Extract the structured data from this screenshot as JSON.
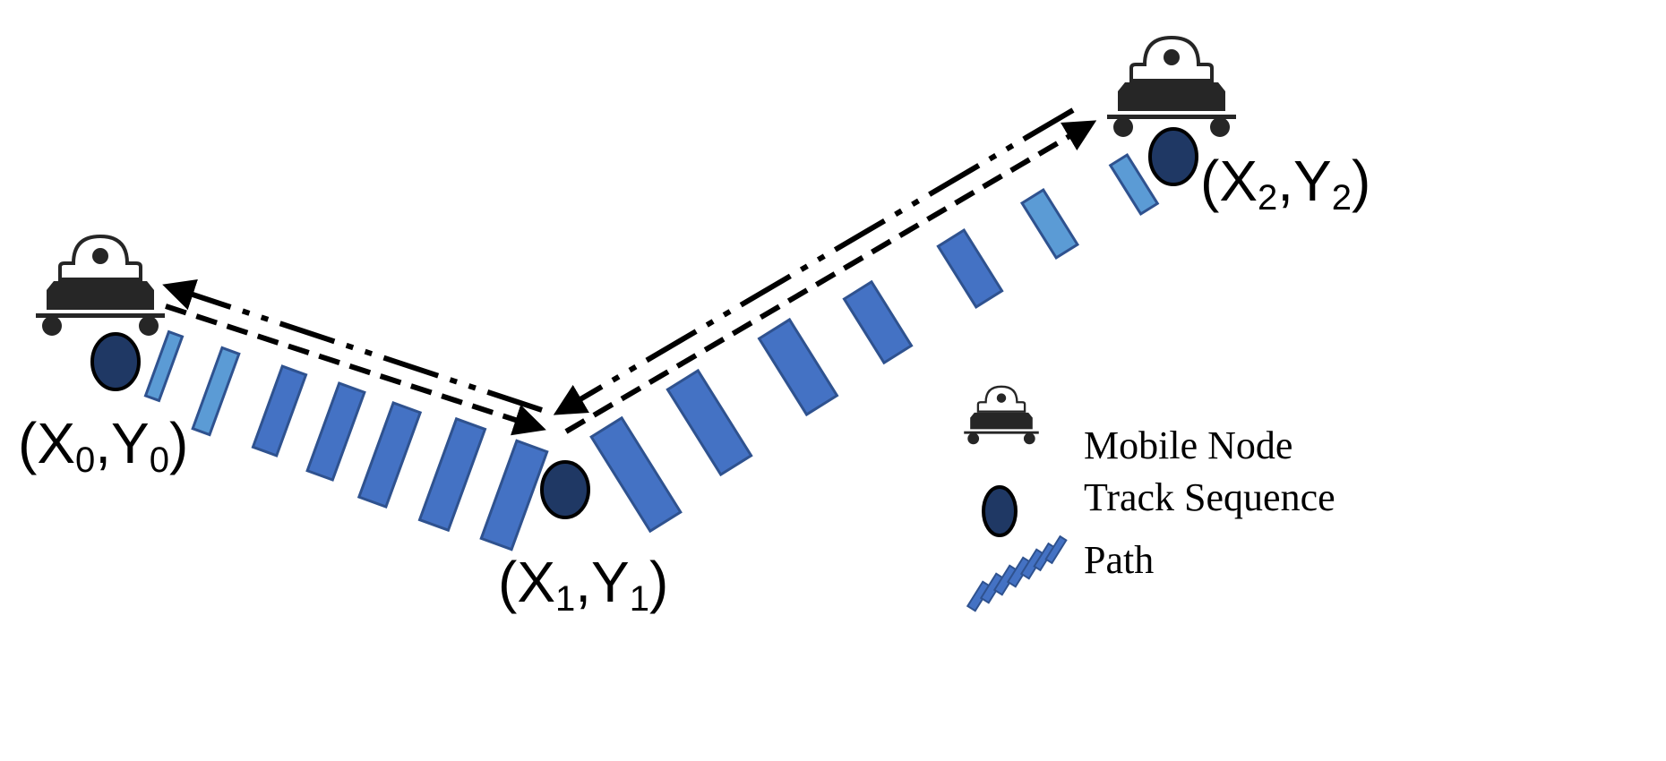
{
  "coordinates": [
    {
      "id": "p0",
      "label_main": "(X",
      "sub_x": "0",
      "sep": ",Y",
      "sub_y": "0",
      "close": ")"
    },
    {
      "id": "p1",
      "label_main": "(X",
      "sub_x": "1",
      "sep": ",Y",
      "sub_y": "1",
      "close": ")"
    },
    {
      "id": "p2",
      "label_main": "(X",
      "sub_x": "2",
      "sep": ",Y",
      "sub_y": "2",
      "close": ")"
    }
  ],
  "legend": {
    "mobile_node": "Mobile Node",
    "track_sequence": "Track Sequence",
    "path": "Path"
  },
  "colors": {
    "path_dark": "#4472C4",
    "path_light": "#5B9BD5",
    "path_stroke": "#2F528F",
    "track": "#1F3864",
    "robot": "#262626"
  }
}
